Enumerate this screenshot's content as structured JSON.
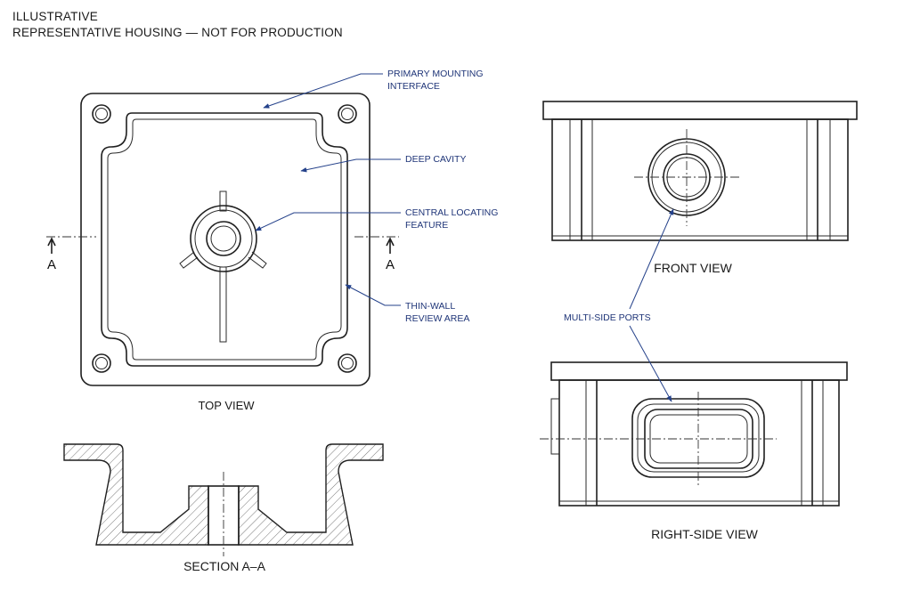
{
  "header": {
    "line1": "ILLUSTRATIVE",
    "line2": "REPRESENTATIVE HOUSING — NOT FOR PRODUCTION"
  },
  "views": {
    "top": "TOP VIEW",
    "section": "SECTION A–A",
    "front": "FRONT VIEW",
    "right_side": "RIGHT-SIDE VIEW"
  },
  "section_marker": "A",
  "callouts": {
    "mounting_1": "PRIMARY MOUNTING",
    "mounting_2": "INTERFACE",
    "cavity": "DEEP CAVITY",
    "locating_1": "CENTRAL LOCATING",
    "locating_2": "FEATURE",
    "thinwall_1": "THIN-WALL",
    "thinwall_2": "REVIEW AREA",
    "ports": "MULTI-SIDE PORTS"
  },
  "colors": {
    "line": "#1f1f1f",
    "callout": "#24418a",
    "hatch": "#555555"
  }
}
